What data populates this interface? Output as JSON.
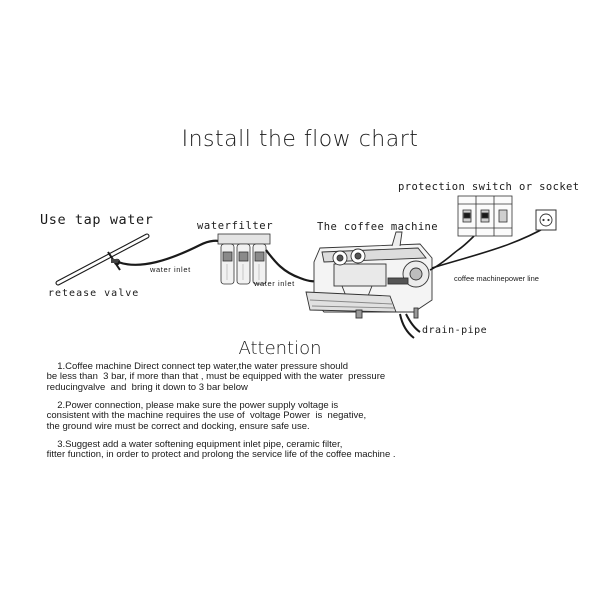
{
  "title": "Install the flow chart",
  "labels": {
    "use_tap_water": "Use tap water",
    "release_valve": "retease valve",
    "water_filter": "waterfilter",
    "water_inlet_1": "water inlet",
    "water_inlet_2": "water inlet",
    "coffee_machine": "The coffee machine",
    "protection_switch": "protection switch  or socket",
    "power_line": "coffee machinepower line",
    "drain_pipe": "drain-pipe"
  },
  "attention": {
    "heading": "Attention",
    "notes": [
      "     1.Coffee machine Direct connect tep water,the water pressure should\n be less than  3 bar, if more than that , must be equipped with the water  pressure\n reducingvalve  and  bring it down to 3 bar below",
      "     2.Power connection, please make sure the power supply voltage is\n consistent with the machine requires the use of  voltage Power  is  negative,\n the ground wire must be correct and docking, ensure safe use.",
      "     3.Suggest add a water softening equipment inlet pipe, ceramic filter,\n fitter function, in order to protect and prolong the service life of the coffee machine ."
    ]
  }
}
